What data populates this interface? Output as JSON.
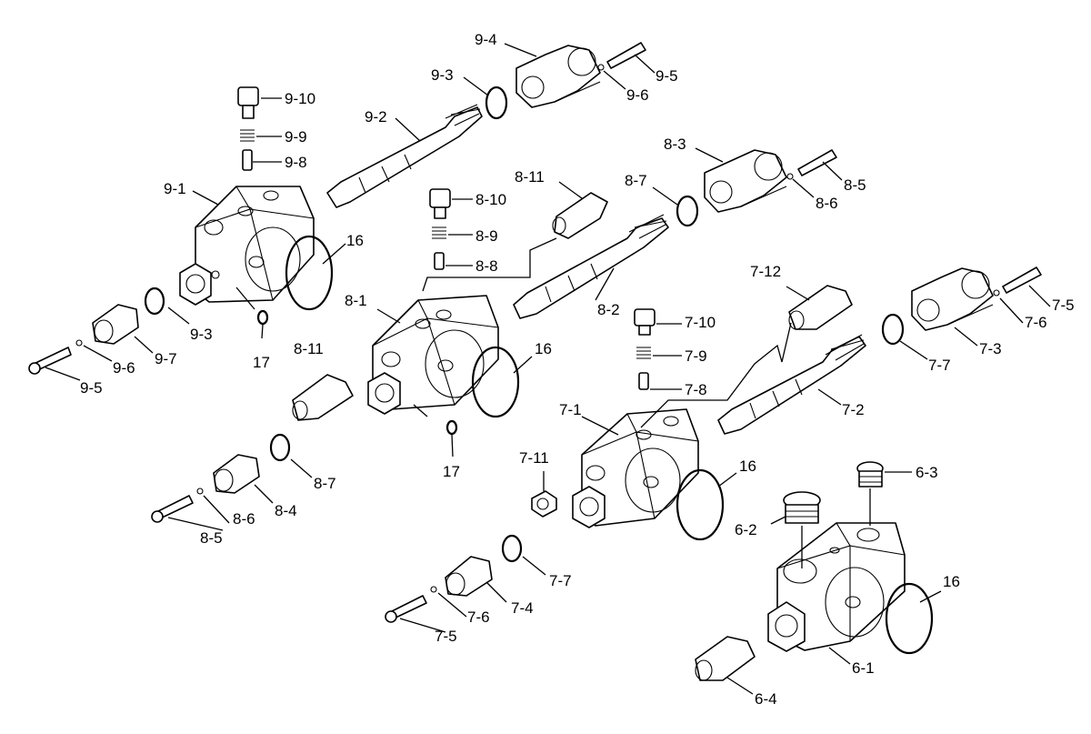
{
  "labels": {
    "l_9_4": "9-4",
    "l_9_3a": "9-3",
    "l_9_10": "9-10",
    "l_9_2": "9-2",
    "l_9_5a": "9-5",
    "l_9_6a": "9-6",
    "l_9_9": "9-9",
    "l_9_8": "9-8",
    "l_9_1": "9-1",
    "l_16a": "16",
    "l_9_3b": "9-3",
    "l_17a": "17",
    "l_9_7": "9-7",
    "l_9_6b": "9-6",
    "l_9_5b": "9-5",
    "l_8_3": "8-3",
    "l_8_5a": "8-5",
    "l_8_6a": "8-6",
    "l_8_11a": "8-11",
    "l_8_7a": "8-7",
    "l_8_10": "8-10",
    "l_8_9": "8-9",
    "l_8_8": "8-8",
    "l_8_1": "8-1",
    "l_8_2": "8-2",
    "l_8_11b": "8-11",
    "l_16b": "16",
    "l_17b": "17",
    "l_8_7b": "8-7",
    "l_8_4": "8-4",
    "l_8_6b": "8-6",
    "l_8_5b": "8-5",
    "l_7_12": "7-12",
    "l_7_5a": "7-5",
    "l_7_6a": "7-6",
    "l_7_3": "7-3",
    "l_7_10": "7-10",
    "l_7_9": "7-9",
    "l_7_8": "7-8",
    "l_7_7a": "7-7",
    "l_7_2": "7-2",
    "l_7_1": "7-1",
    "l_7_11": "7-11",
    "l_16c": "16",
    "l_7_7b": "7-7",
    "l_7_4": "7-4",
    "l_7_6b": "7-6",
    "l_7_5b": "7-5",
    "l_6_3": "6-3",
    "l_6_2": "6-2",
    "l_16d": "16",
    "l_6_1": "6-1",
    "l_6_4": "6-4"
  }
}
